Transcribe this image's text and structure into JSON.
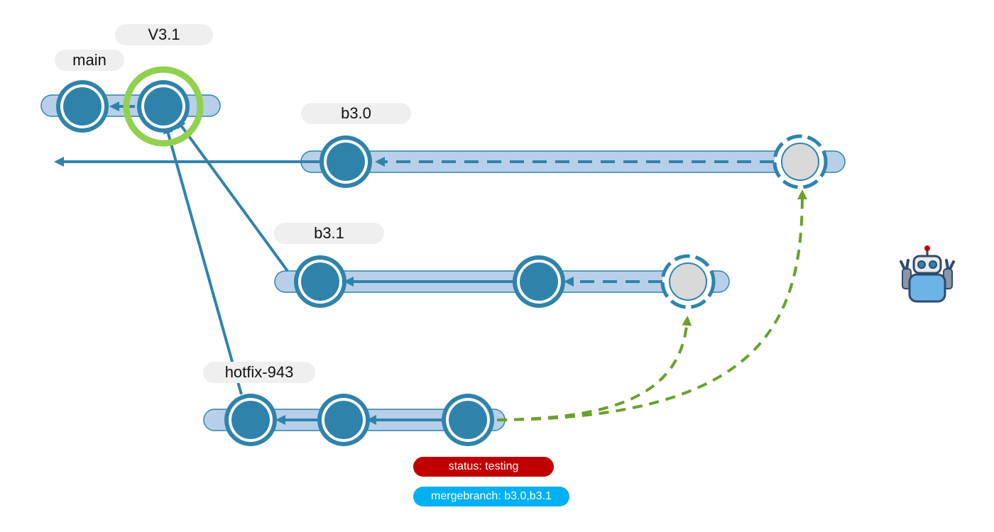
{
  "labels": {
    "tag_v31": "V3.1",
    "main": "main",
    "b30": "b3.0",
    "b31": "b3.1",
    "hotfix": "hotfix-943"
  },
  "badges": {
    "status": "status: testing",
    "mergebranch": "mergebranch: b3.0,b3.1"
  },
  "colors": {
    "commit": "#2f83ab",
    "branch_bar": "#b8cfe9",
    "pending_commit": "#d9d9d9",
    "tag_ring": "#92d050",
    "merge_arrow": "#6aa02c",
    "status": "#c00000",
    "mergebranch": "#00b0f0"
  },
  "icons": {
    "robot": "robot-icon"
  }
}
